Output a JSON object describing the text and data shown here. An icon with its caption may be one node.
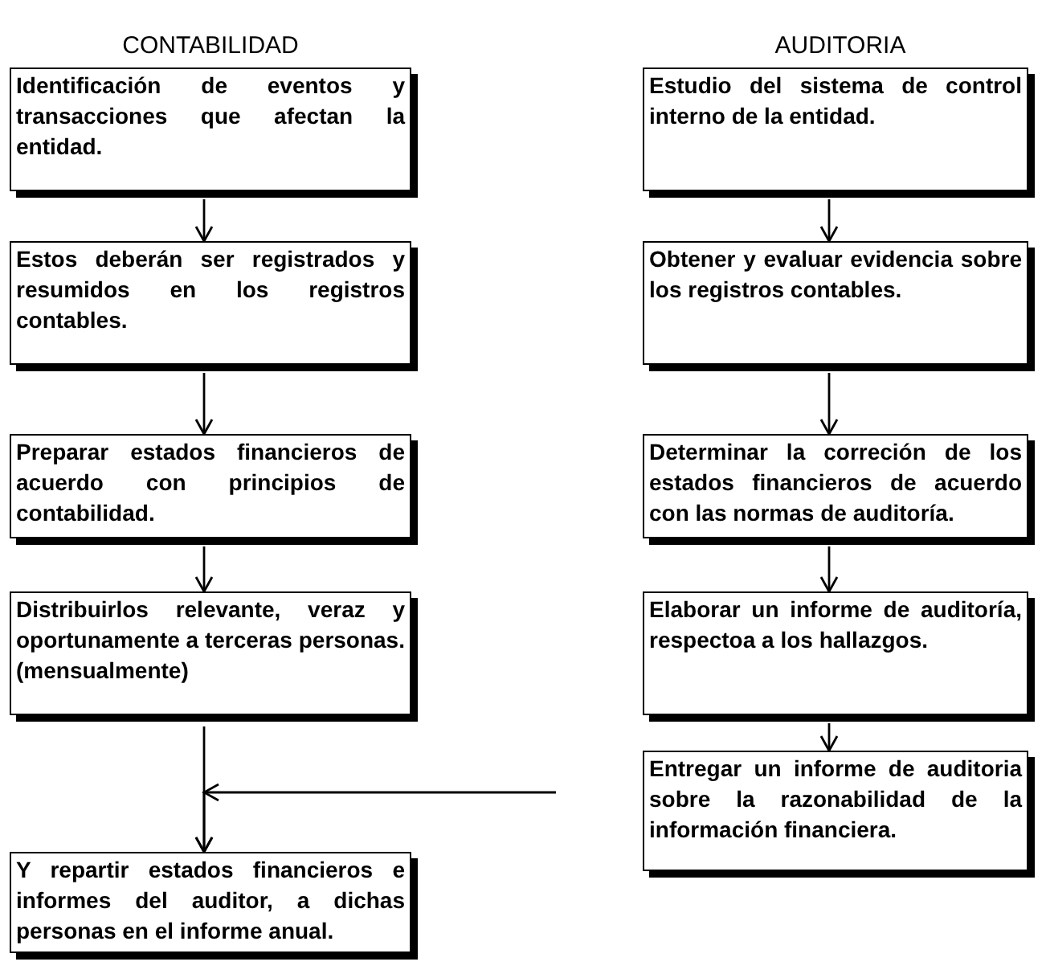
{
  "diagram": {
    "nodes": [
      {
        "text": [
          "Identificación de eventos y transacciones que afectan la entidad."
        ]
      },
      {
        "text": [
          "Estos deberán ser registrados y resumidos en los registros contables."
        ]
      },
      {
        "text": [
          "Preparar estados financieros de acuerdo con principios de contabilidad."
        ]
      },
      {
        "text": [
          "Distribuirlos relevante, veraz y oportunamente a terceras personas. (mensualmente)"
        ]
      },
      {
        "text": [
          "Y repartir estados financieros e informes del auditor, a dichas personas en el informe anual."
        ]
      },
      {
        "text": [
          "Estudio del sistema de control interno de la entidad."
        ]
      },
      {
        "text": [
          "Obtener y evaluar evidencia sobre los registros contables."
        ]
      },
      {
        "text": [
          "Determinar la correción de los estados financieros de acuerdo con las normas de auditoría."
        ]
      },
      {
        "text": [
          "Elaborar un informe de auditoría, respectoa a los hallazgos."
        ]
      },
      {
        "text": [
          "Entregar un informe de auditoria sobre la razonabilidad de la información financiera."
        ]
      }
    ],
    "edges": [
      {
        "from": 0,
        "to": 1,
        "arrow": "to"
      },
      {
        "from": 1,
        "to": 2,
        "arrow": "to"
      },
      {
        "from": 2,
        "to": 3,
        "arrow": "to"
      },
      {
        "from": 3,
        "to": 4,
        "arrow": "to"
      },
      {
        "from": null,
        "to": 4,
        "arrow": "to"
      },
      {
        "from": 5,
        "to": 6,
        "arrow": "to"
      },
      {
        "from": 6,
        "to": 7,
        "arrow": "to"
      },
      {
        "from": 7,
        "to": 8,
        "arrow": "to"
      },
      {
        "from": 8,
        "to": 9,
        "arrow": "to"
      }
    ],
    "labels": [
      "CONTABILIDAD",
      "AUDITORIA"
    ]
  }
}
